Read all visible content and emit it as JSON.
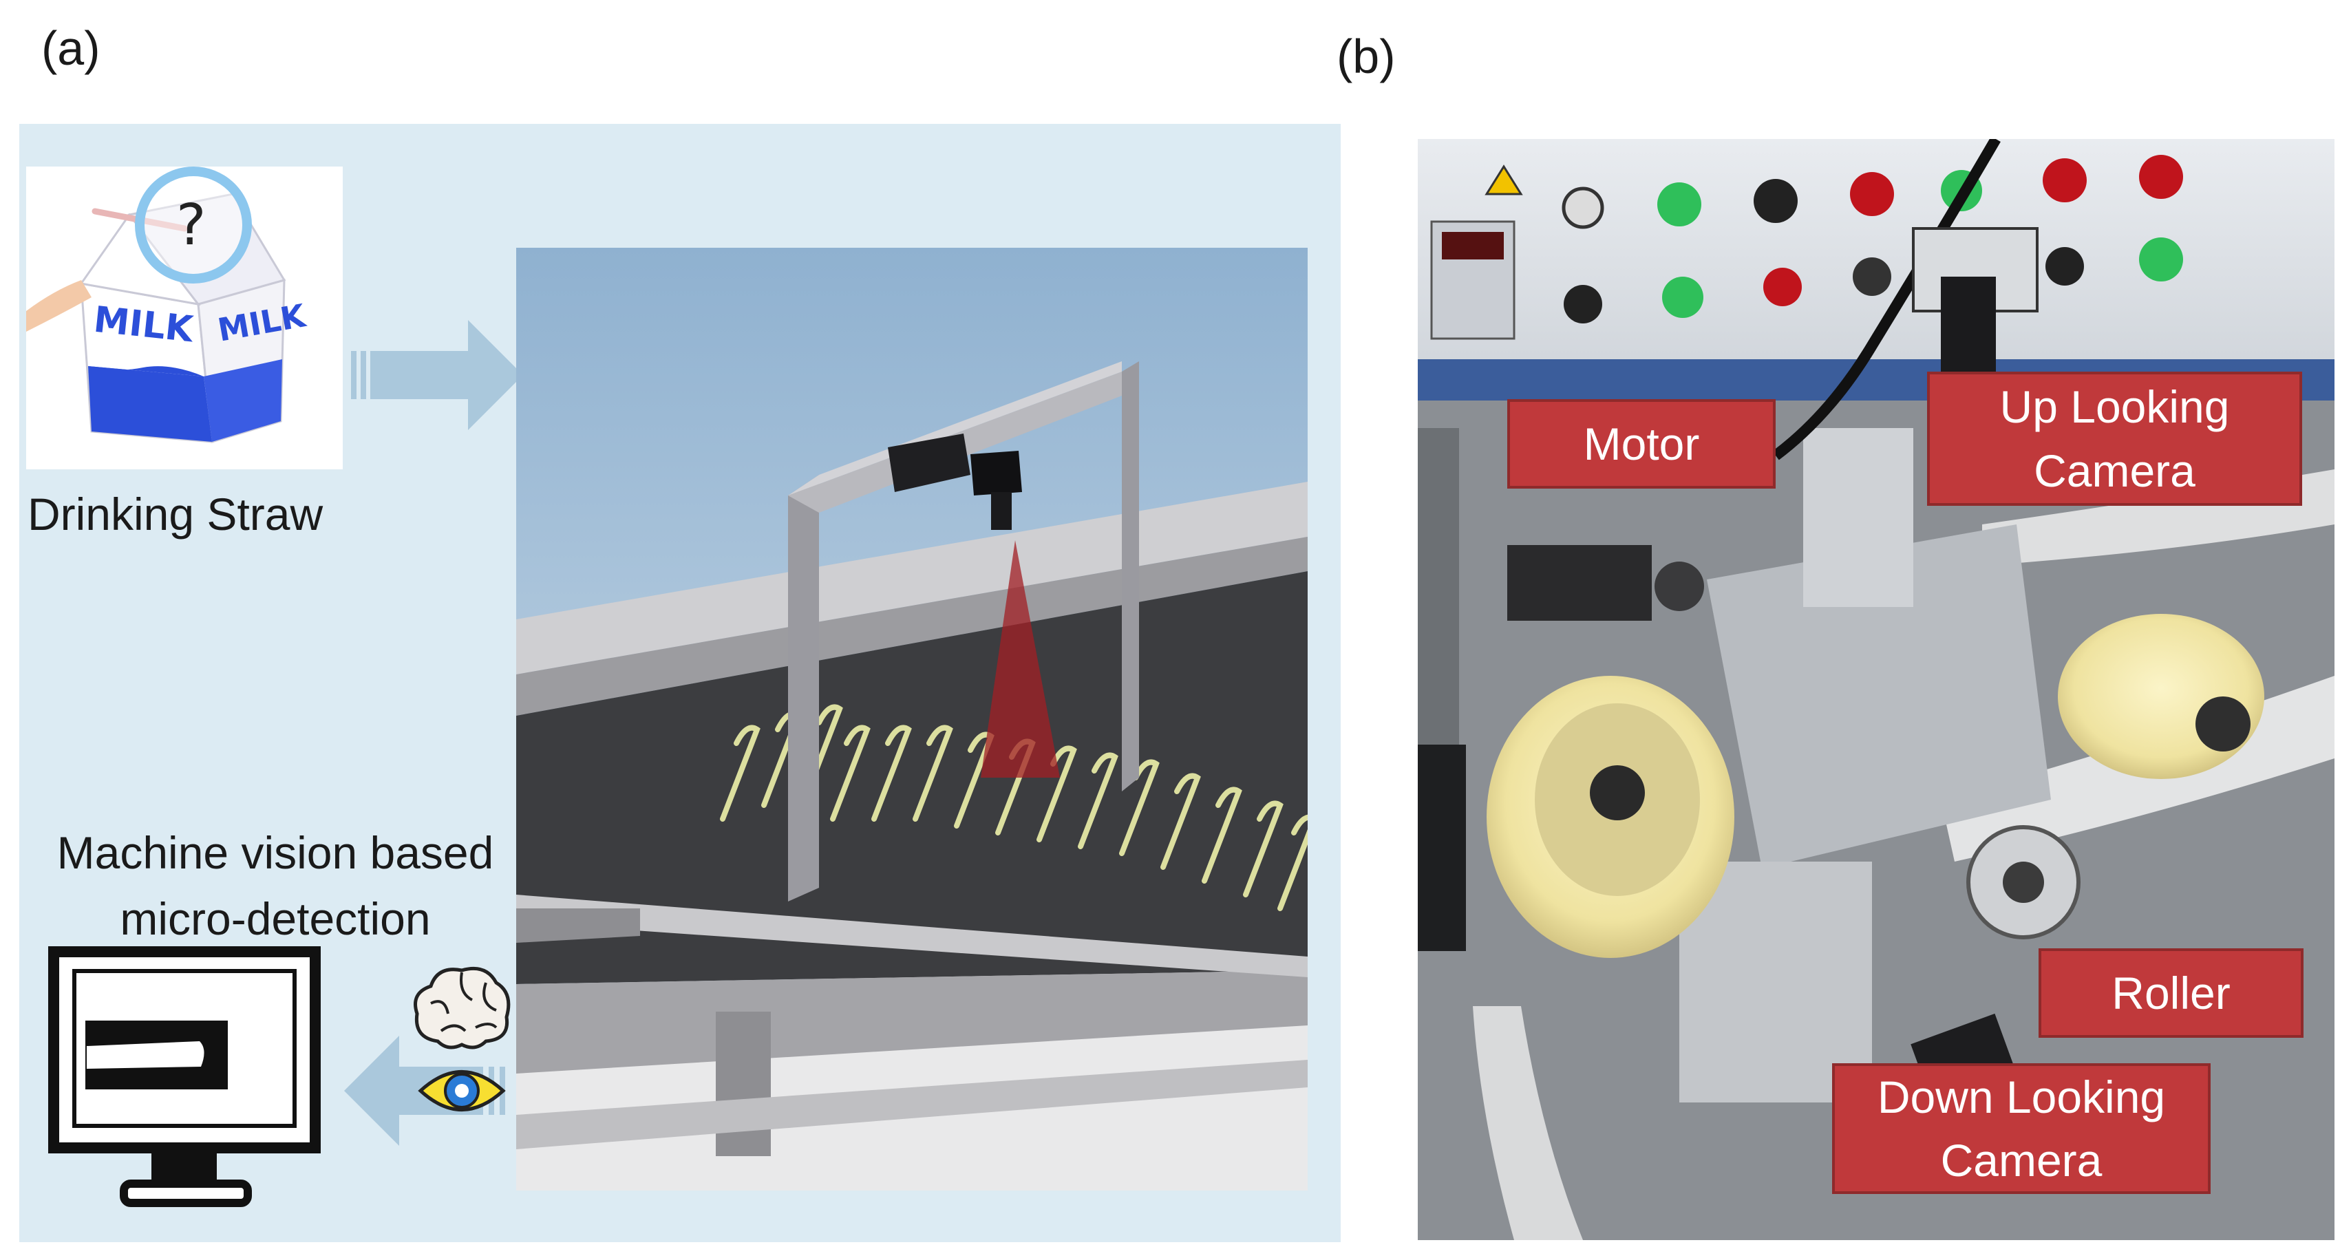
{
  "panel_a": {
    "label": "(a)",
    "carton_text_left": "MILK",
    "carton_text_right": "MILK",
    "question_mark": "?",
    "caption_straw": "Drinking Straw",
    "caption_detection_line1": "Machine vision based",
    "caption_detection_line2": "micro-detection"
  },
  "panel_b": {
    "label": "(b)",
    "callouts": {
      "motor": "Motor",
      "up_camera_line1": "Up Looking",
      "up_camera_line2": "Camera",
      "roller": "Roller",
      "down_camera_line1": "Down Looking",
      "down_camera_line2": "Camera"
    }
  },
  "colors": {
    "panel_a_background": "#dcebf3",
    "arrow": "#aac8dc",
    "callout_red": "#c0393b",
    "carton_blue": "#2c4fd9",
    "laser_red": "#a11f24",
    "straw_color": "#dcdf9f"
  },
  "icons": [
    "milk-carton-icon",
    "magnifier-icon",
    "brain-icon",
    "eye-icon",
    "monitor-icon",
    "camera-icon"
  ]
}
